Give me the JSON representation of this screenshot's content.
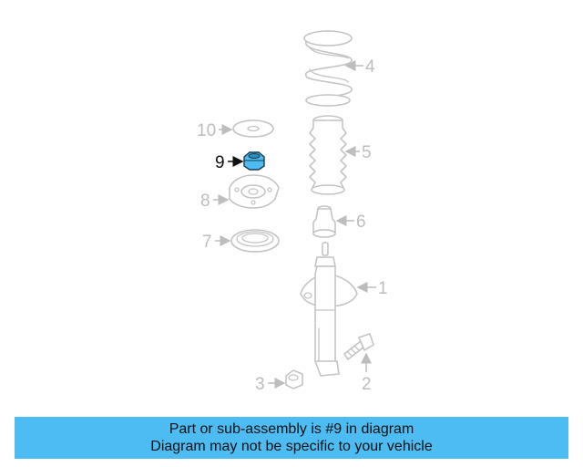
{
  "callouts": {
    "c1": "1",
    "c2": "2",
    "c3": "3",
    "c4": "4",
    "c5": "5",
    "c6": "6",
    "c7": "7",
    "c8": "8",
    "c9": "9",
    "c10": "10"
  },
  "highlight": {
    "part_number": "9",
    "color": "#4dbcf3"
  },
  "banner": {
    "line1": "Part or sub-assembly is #9 in diagram",
    "line2": "Diagram may not be specific to your vehicle",
    "background": "#4dbcf3"
  }
}
